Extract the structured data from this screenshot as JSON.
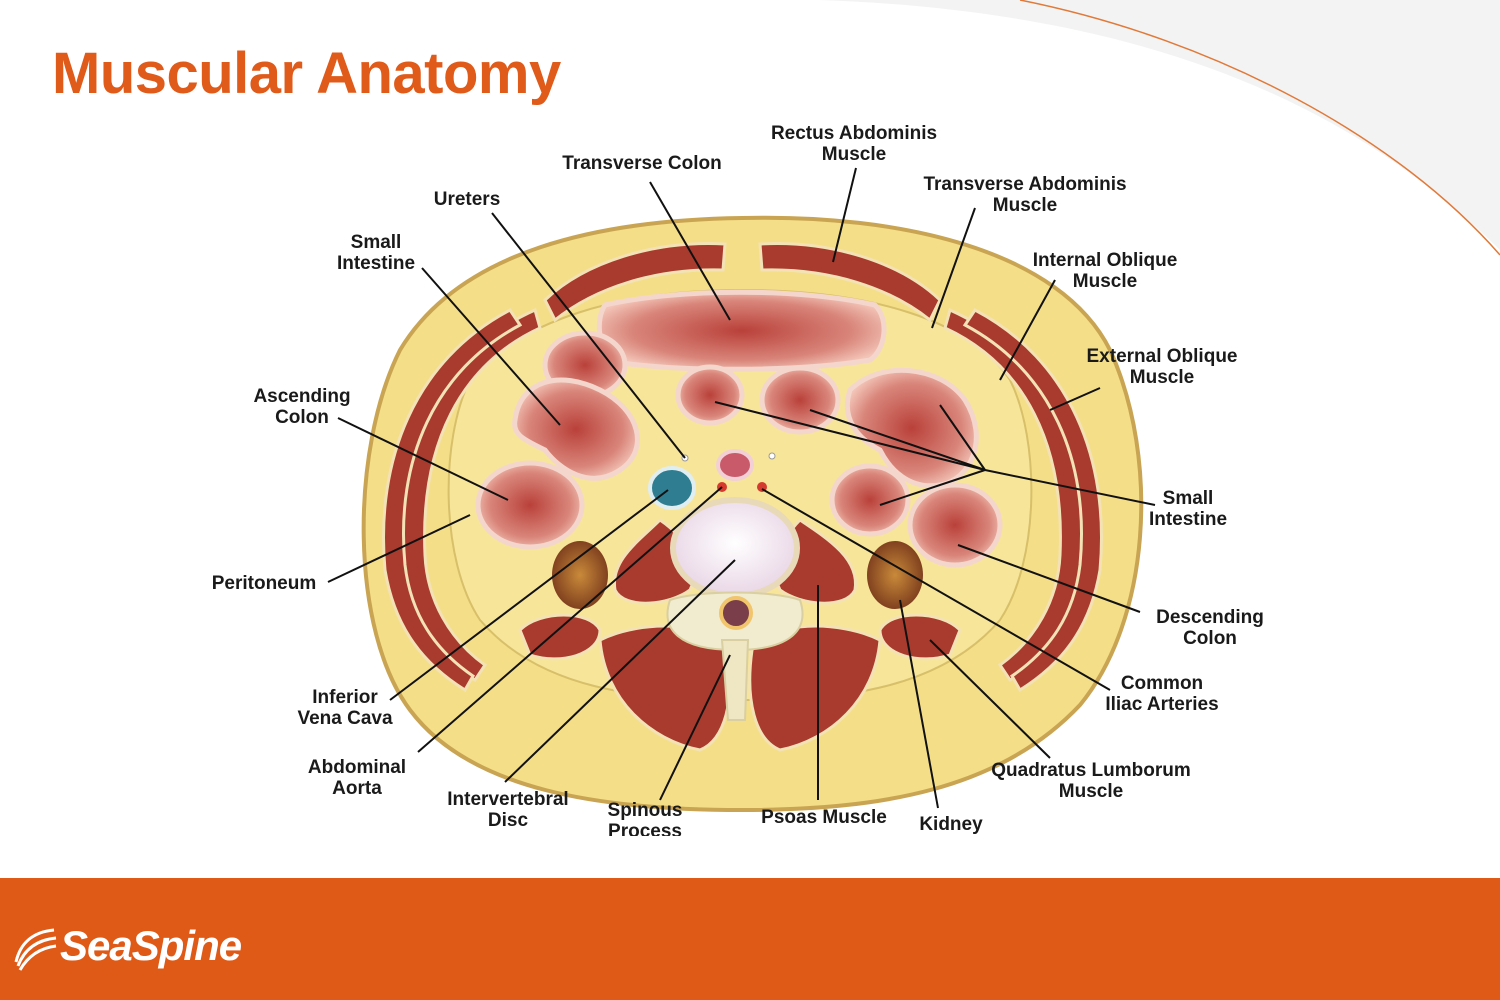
{
  "title": "Muscular Anatomy",
  "brand": {
    "name": "SeaSpine",
    "accent_color": "#df5a17",
    "title_color": "#e05a1a"
  },
  "labels": [
    {
      "id": "rectus",
      "text": "Rectus Abdominis\nMuscle"
    },
    {
      "id": "transverse-colon",
      "text": "Transverse Colon"
    },
    {
      "id": "transverse-abdominis",
      "text": "Transverse Abdominis\nMuscle"
    },
    {
      "id": "ureters",
      "text": "Ureters"
    },
    {
      "id": "small-intestine-left",
      "text": "Small\nIntestine"
    },
    {
      "id": "internal-oblique",
      "text": "Internal Oblique\nMuscle"
    },
    {
      "id": "external-oblique",
      "text": "External Oblique\nMuscle"
    },
    {
      "id": "ascending-colon",
      "text": "Ascending\nColon"
    },
    {
      "id": "small-intestine-right",
      "text": "Small\nIntestine"
    },
    {
      "id": "peritoneum",
      "text": "Peritoneum"
    },
    {
      "id": "descending-colon",
      "text": "Descending\nColon"
    },
    {
      "id": "common-iliac",
      "text": "Common\nIliac Arteries"
    },
    {
      "id": "inferior-vena-cava",
      "text": "Inferior\nVena Cava"
    },
    {
      "id": "quadratus",
      "text": "Quadratus Lumborum\nMuscle"
    },
    {
      "id": "abdominal-aorta",
      "text": "Abdominal\nAorta"
    },
    {
      "id": "intervertebral-disc",
      "text": "Intervertebral\nDisc"
    },
    {
      "id": "spinous-process",
      "text": "Spinous\nProcess"
    },
    {
      "id": "psoas",
      "text": "Psoas Muscle"
    },
    {
      "id": "kidney",
      "text": "Kidney"
    }
  ]
}
